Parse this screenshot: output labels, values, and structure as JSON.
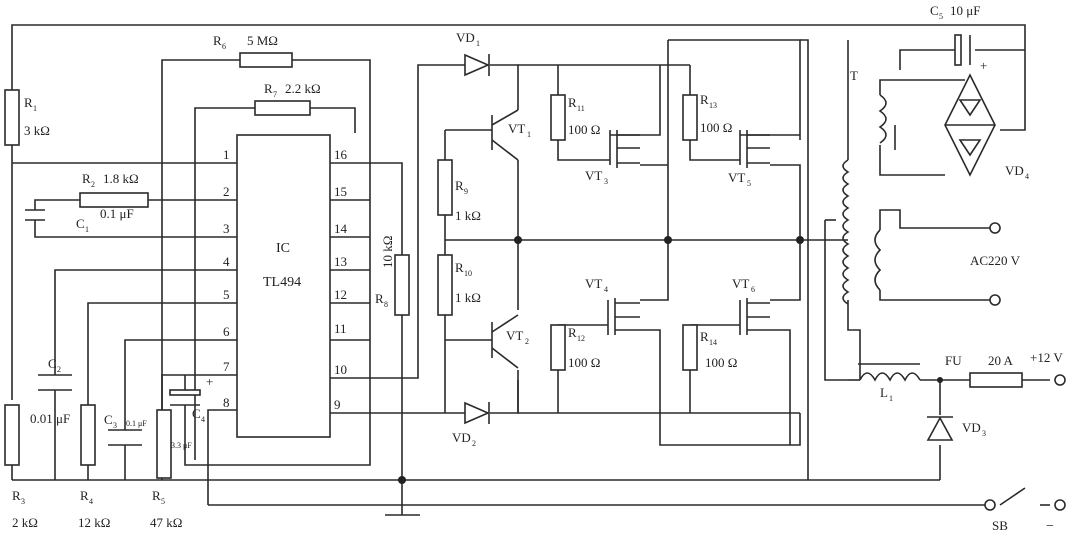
{
  "ic": {
    "line1": "IC",
    "line2": "TL494"
  },
  "pins": [
    "1",
    "2",
    "3",
    "4",
    "5",
    "6",
    "7",
    "8",
    "16",
    "15",
    "14",
    "13",
    "12",
    "11",
    "10",
    "9"
  ],
  "labels": {
    "r1": {
      "name": "R",
      "sub": "1",
      "value": "3 kΩ"
    },
    "r2": {
      "name": "R",
      "sub": "2",
      "value": "1.8 kΩ"
    },
    "c1": {
      "name": "C",
      "sub": "1",
      "value": "0.1 μF"
    },
    "r3": {
      "name": "R",
      "sub": "3",
      "value": "2 kΩ"
    },
    "r4": {
      "name": "R",
      "sub": "4",
      "value": "12 kΩ"
    },
    "r5": {
      "name": "R",
      "sub": "5",
      "value": "47 kΩ"
    },
    "c2": {
      "name": "C",
      "sub": "2",
      "value": "0.01 μF"
    },
    "c3": {
      "name": "C",
      "sub": "3",
      "value": "0.1 μF"
    },
    "c4": {
      "name": "C",
      "sub": "4",
      "value": "3.3 μF"
    },
    "r6": {
      "name": "R",
      "sub": "6",
      "value": "5 MΩ"
    },
    "r7": {
      "name": "R",
      "sub": "7",
      "value": "2.2 kΩ"
    },
    "r8": {
      "name": "R",
      "sub": "8",
      "value": "10 kΩ"
    },
    "r9": {
      "name": "R",
      "sub": "9",
      "value": "1 kΩ"
    },
    "r10": {
      "name": "R",
      "sub": "10",
      "value": "1 kΩ"
    },
    "r11": {
      "name": "R",
      "sub": "11",
      "value": "100 Ω"
    },
    "r12": {
      "name": "R",
      "sub": "12",
      "value": "100 Ω"
    },
    "r13": {
      "name": "R",
      "sub": "13",
      "value": "100 Ω"
    },
    "r14": {
      "name": "R",
      "sub": "14",
      "value": "100 Ω"
    },
    "vd1": {
      "name": "VD",
      "sub": "1"
    },
    "vd2": {
      "name": "VD",
      "sub": "2"
    },
    "vd3": {
      "name": "VD",
      "sub": "3"
    },
    "vd4": {
      "name": "VD",
      "sub": "4"
    },
    "vt1": {
      "name": "VT",
      "sub": "1"
    },
    "vt2": {
      "name": "VT",
      "sub": "2"
    },
    "vt3": {
      "name": "VT",
      "sub": "3"
    },
    "vt4": {
      "name": "VT",
      "sub": "4"
    },
    "vt5": {
      "name": "VT",
      "sub": "5"
    },
    "vt6": {
      "name": "VT",
      "sub": "6"
    },
    "c5": {
      "name": "C",
      "sub": "5",
      "value": "10 μF"
    },
    "t": "T",
    "ac": "AC220 V",
    "l1": {
      "name": "L",
      "sub": "1"
    },
    "fu": "FU",
    "fuse": "20 A",
    "plus12": "+12 V",
    "sb": "SB",
    "minus": "−",
    "plus": "+"
  }
}
